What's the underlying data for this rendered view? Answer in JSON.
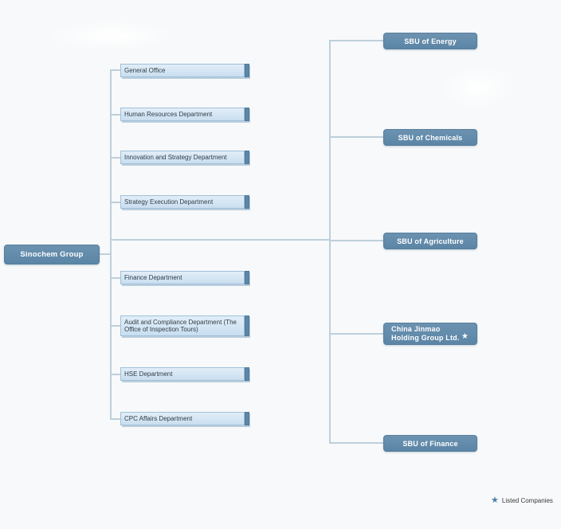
{
  "chart": {
    "type": "org-chart",
    "root": {
      "label": "Sinochem Group"
    },
    "departments": [
      {
        "label": "General Office"
      },
      {
        "label": "Human Resources Department"
      },
      {
        "label": "Innovation and Strategy Department"
      },
      {
        "label": "Strategy Execution Department"
      },
      {
        "label": "Finance Department"
      },
      {
        "label": "Audit and Compliance Department (The Office of Inspection Tours)"
      },
      {
        "label": "HSE Department"
      },
      {
        "label": "CPC Affairs Department"
      }
    ],
    "business_units": [
      {
        "label": "SBU of Energy",
        "listed": false
      },
      {
        "label": "SBU of Chemicals",
        "listed": false
      },
      {
        "label": "SBU of Agriculture",
        "listed": false
      },
      {
        "label": "China Jinmao Holding Group Ltd.",
        "listed": true
      },
      {
        "label": "SBU of Finance",
        "listed": false
      }
    ],
    "legend": {
      "marker": "★",
      "label": "Listed Companies"
    },
    "colors": {
      "node_fill": "#6189a7",
      "node_border": "#567e9e",
      "node_text": "#ffffff",
      "department_fill": "#d5e5f3",
      "department_border": "#9fc0d8",
      "department_edge": "#5d86a6",
      "department_text": "#313d47",
      "connector": "#bdd0db",
      "legend_star": "#4e7ea6",
      "background": "#f7f9fa"
    }
  }
}
